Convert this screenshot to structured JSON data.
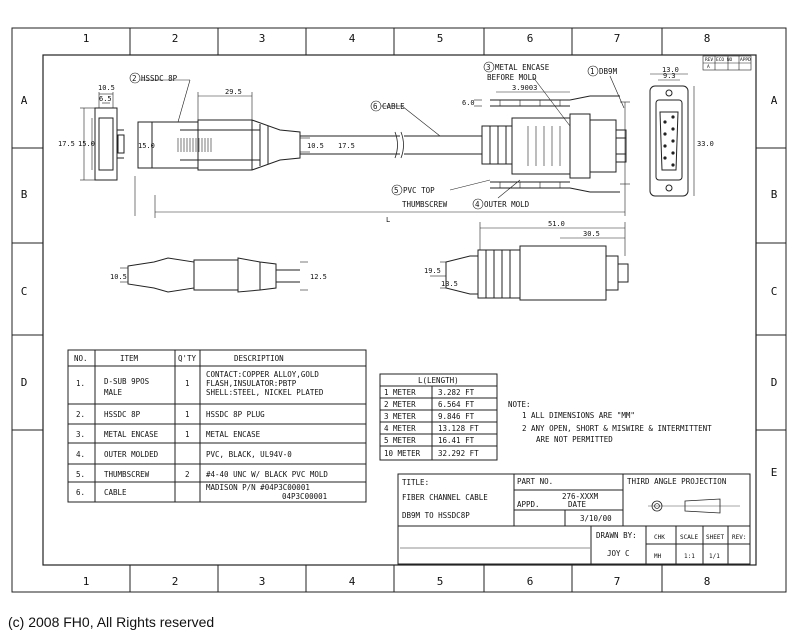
{
  "grid": {
    "cols": [
      "1",
      "2",
      "3",
      "4",
      "5",
      "6",
      "7",
      "8"
    ],
    "rows": [
      "A",
      "B",
      "C",
      "D",
      "E"
    ]
  },
  "callouts": {
    "hssdc": "2 HSSDC 8P",
    "metal_encase_1": "3 METAL ENCASE",
    "metal_encase_2": "BEFORE MOLD",
    "db9m": "1 DB9M",
    "cable": "6 CABLE",
    "pvc_top_1": "5 PVC TOP",
    "pvc_top_2": "THUMBSCREW",
    "outer_mold": "4 OUTER MOLD",
    "length_l": "L"
  },
  "dimensions": {
    "d_10_5_top": "10.5",
    "d_6_5": "6.5",
    "d_17_5": "17.5",
    "d_15_0_side": "15.0",
    "d_15_0": "15.0",
    "d_29_5": "29.5",
    "d_10_5_mid": "10.5",
    "d_17_5_mid": "17.5",
    "d_6_0": "6.0",
    "d_3_9003": "3.9003",
    "d_13_0": "13.0",
    "d_9_3": "9.3",
    "d_33_0": "33.0",
    "d_10_5_low": "10.5",
    "d_12_5": "12.5",
    "d_51_0": "51.0",
    "d_30_5": "30.5",
    "d_19_5": "19.5",
    "d_13_5": "13.5"
  },
  "parts_table": {
    "headers": [
      "NO.",
      "ITEM",
      "Q'TY",
      "DESCRIPTION"
    ],
    "rows": [
      {
        "no": "1.",
        "item": [
          "D-SUB 9POS",
          "MALE"
        ],
        "qty": "1",
        "desc": [
          "CONTACT:COPPER ALLOY,GOLD",
          "FLASH,INSULATOR:PBTP",
          "SHELL:STEEL, NICKEL PLATED"
        ]
      },
      {
        "no": "2.",
        "item": [
          "HSSDC 8P"
        ],
        "qty": "1",
        "desc": [
          "HSSDC 8P PLUG"
        ]
      },
      {
        "no": "3.",
        "item": [
          "METAL ENCASE"
        ],
        "qty": "1",
        "desc": [
          "METAL ENCASE"
        ]
      },
      {
        "no": "4.",
        "item": [
          "OUTER MOLDED"
        ],
        "qty": "",
        "desc": [
          "PVC, BLACK, UL94V-0"
        ]
      },
      {
        "no": "5.",
        "item": [
          "THUMBSCREW"
        ],
        "qty": "2",
        "desc": [
          "#4-40 UNC W/ BLACK PVC MOLD"
        ]
      },
      {
        "no": "6.",
        "item": [
          "CABLE"
        ],
        "qty": "",
        "desc": [
          "MADISON P/N #04P3C00001",
          "04P3C00001"
        ]
      }
    ]
  },
  "length_table": {
    "header": "L(LENGTH)",
    "rows": [
      [
        "1 METER",
        "3.282 FT"
      ],
      [
        "2 METER",
        "6.564 FT"
      ],
      [
        "3 METER",
        "9.846 FT"
      ],
      [
        "4 METER",
        "13.128 FT"
      ],
      [
        "5 METER",
        "16.41 FT"
      ],
      [
        "10 METER",
        "32.292 FT"
      ]
    ]
  },
  "notes": {
    "title": "NOTE:",
    "items": [
      "1  ALL DIMENSIONS ARE \"MM\"",
      "2  ANY OPEN, SHORT & MISWIRE & INTERMITTENT",
      "ARE NOT PERMITTED"
    ]
  },
  "title_block": {
    "title_label": "TITLE:",
    "title_1": "FIBER CHANNEL CABLE",
    "title_2": "DB9M TO HSSDC8P",
    "part_no_label": "PART NO.",
    "part_no": "276-XXXM",
    "appd_label": "APPD.",
    "date_label": "DATE",
    "date": "3/10/00",
    "projection": "THIRD ANGLE PROJECTION",
    "drawn_by_label": "DRAWN BY:",
    "drawn_by": "JOY C",
    "chk_label": "CHK",
    "chk": "MH",
    "scale_label": "SCALE",
    "scale": "1:1",
    "sheet_label": "SHEET",
    "sheet": "1/1",
    "rev_label": "REV:",
    "rev_box": [
      "REV",
      "ECO NO",
      "APPD"
    ],
    "rev_row": [
      "A"
    ]
  },
  "copyright": "(c) 2008 FH0, All Rights reserved"
}
